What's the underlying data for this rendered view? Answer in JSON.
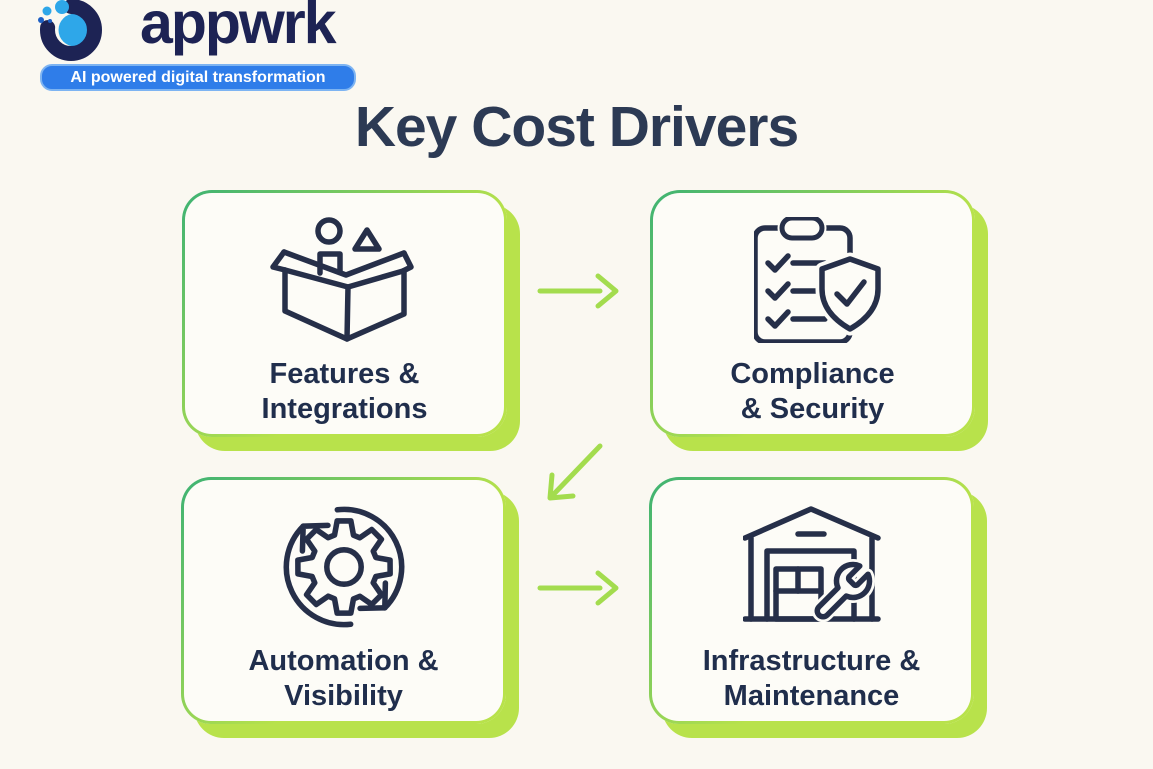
{
  "logo": {
    "brand": "appwrk",
    "tagline": "AI powered digital transformation"
  },
  "title": "Key Cost Drivers",
  "cards": [
    {
      "id": "features",
      "label_line1": "Features &",
      "label_line2": "Integrations",
      "icon": "open-box-icon"
    },
    {
      "id": "compliance",
      "label_line1": "Compliance",
      "label_line2": "& Security",
      "icon": "clipboard-checklist-shield-icon"
    },
    {
      "id": "automation",
      "label_line1": "Automation &",
      "label_line2": "Visibility",
      "icon": "gear-sync-arrows-icon"
    },
    {
      "id": "infrastructure",
      "label_line1": "Infrastructure &",
      "label_line2": "Maintenance",
      "icon": "warehouse-wrench-icon"
    }
  ],
  "flow": {
    "connections": [
      {
        "from": "features",
        "to": "compliance",
        "direction": "right"
      },
      {
        "from": "compliance",
        "to": "automation",
        "direction": "down-left"
      },
      {
        "from": "automation",
        "to": "infrastructure",
        "direction": "right"
      }
    ]
  },
  "colors": {
    "page-bg": "#FAF8F1",
    "card-bg": "#FDFCF7",
    "ink": "#262F49",
    "title-color": "#2C3A54",
    "label-color": "#202E4C",
    "lime": "#B8E24B",
    "arrow-green": "#A3DC4E",
    "border-green": "#3DB273",
    "logo-navy": "#1D2354",
    "logo-blue": "#2EA7E9",
    "logo-blue-dark": "#1D5FC4",
    "banner-blue": "#2F7DE9",
    "banner-text": "#FFFFFF"
  }
}
